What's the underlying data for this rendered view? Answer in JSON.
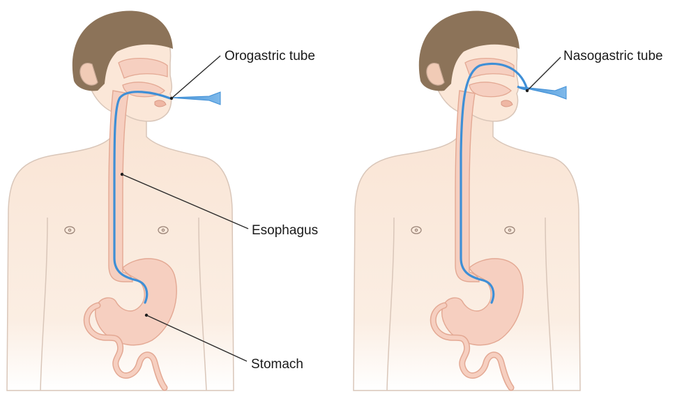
{
  "labels": {
    "orogastric": "Orogastric tube",
    "nasogastric": "Nasogastric tube",
    "esophagus": "Esophagus",
    "stomach": "Stomach"
  },
  "colors": {
    "skin": "#fbe7d8",
    "skin_outline": "#d9c6b9",
    "hair": "#8c7359",
    "organ_fill": "#f6cfc0",
    "organ_outline": "#e3a893",
    "tube": "#3f8fd6",
    "leader": "#2a2a2a"
  },
  "icons": [
    "male-torso-figure",
    "orogastric-tube",
    "nasogastric-tube"
  ]
}
